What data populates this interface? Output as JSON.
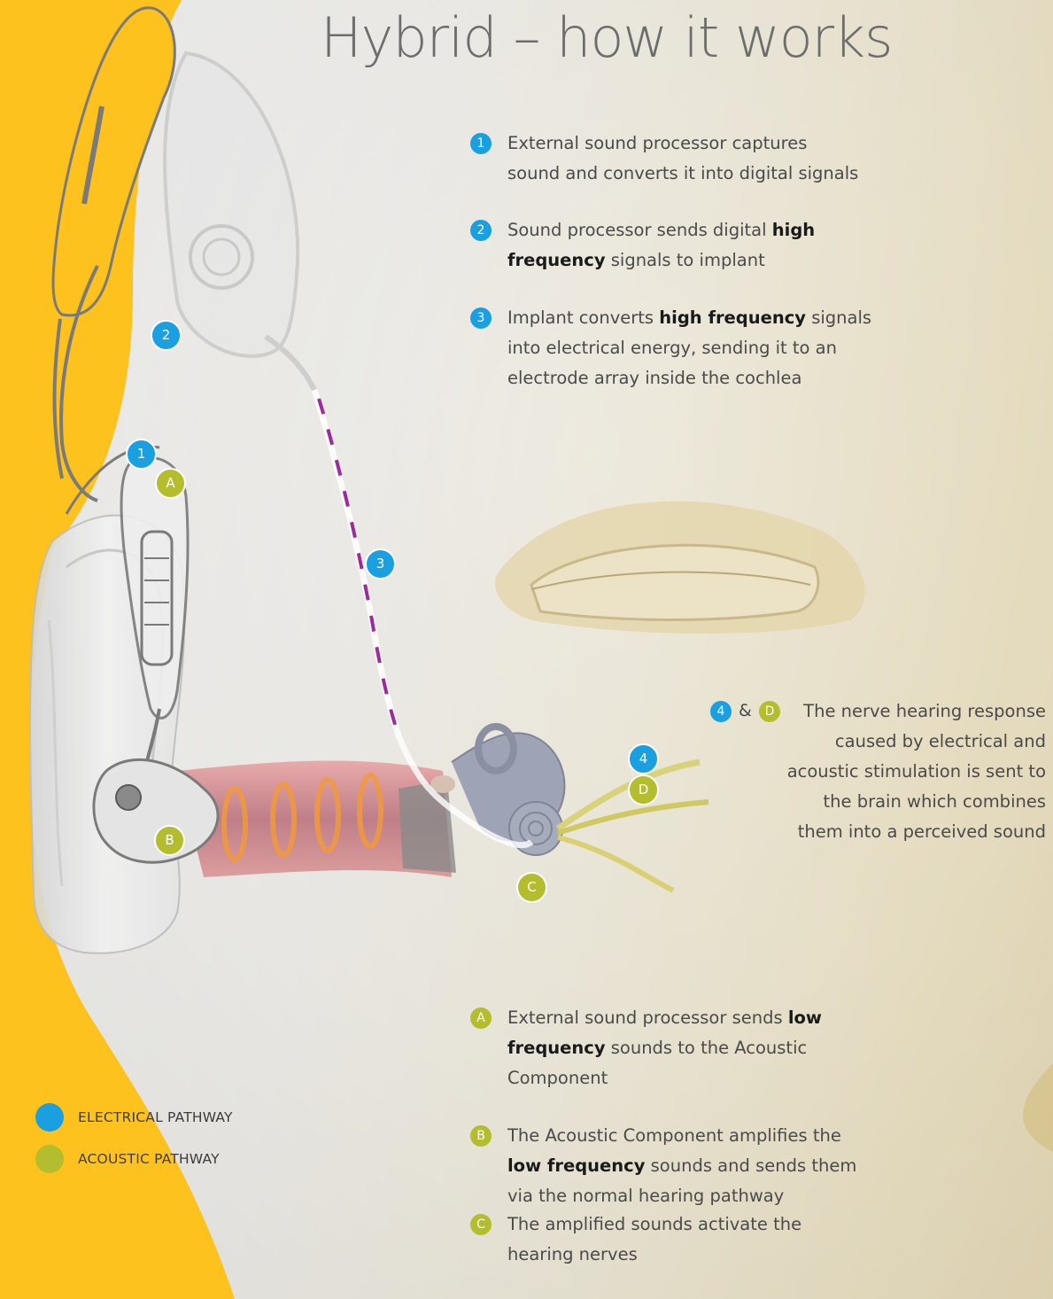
{
  "title": "Hybrid – how it works",
  "colors": {
    "electrical": "#1aa0e0",
    "acoustic": "#b3bd2e",
    "side_band": "#fdc21e",
    "electrode": "#9a2d9a"
  },
  "steps_electrical": [
    {
      "badge": "1",
      "parts": [
        "External sound processor captures ",
        "",
        " sound and converts it into digital signals"
      ]
    },
    {
      "badge": "2",
      "parts": [
        "Sound processor sends digital ",
        "high frequency",
        " signals to implant"
      ]
    },
    {
      "badge": "3",
      "parts": [
        "Implant converts ",
        "high frequency",
        " signals into electrical energy, sending it to an electrode array inside the cochlea"
      ]
    }
  ],
  "step_4d": {
    "badge_electrical": "4",
    "amp": "&",
    "badge_acoustic": "D",
    "text": "The nerve hearing response caused by electrical and acoustic stimulation is sent to the brain which combines them into a perceived sound"
  },
  "steps_acoustic": [
    {
      "badge": "A",
      "parts": [
        "External sound processor sends ",
        "low frequency",
        " sounds to the Acoustic Component"
      ]
    },
    {
      "badge": "B",
      "parts": [
        "The Acoustic Component amplifies the ",
        "low frequency",
        " sounds and sends them via the normal hearing pathway"
      ]
    },
    {
      "badge": "C",
      "parts": [
        "The amplified sounds activate the hearing nerves",
        "",
        ""
      ]
    }
  ],
  "diagram_badges": [
    "2",
    "1",
    "A",
    "3",
    "4",
    "D",
    "B",
    "C"
  ],
  "legend": {
    "electrical": "ELECTRICAL PATHWAY",
    "acoustic": "ACOUSTIC PATHWAY"
  }
}
